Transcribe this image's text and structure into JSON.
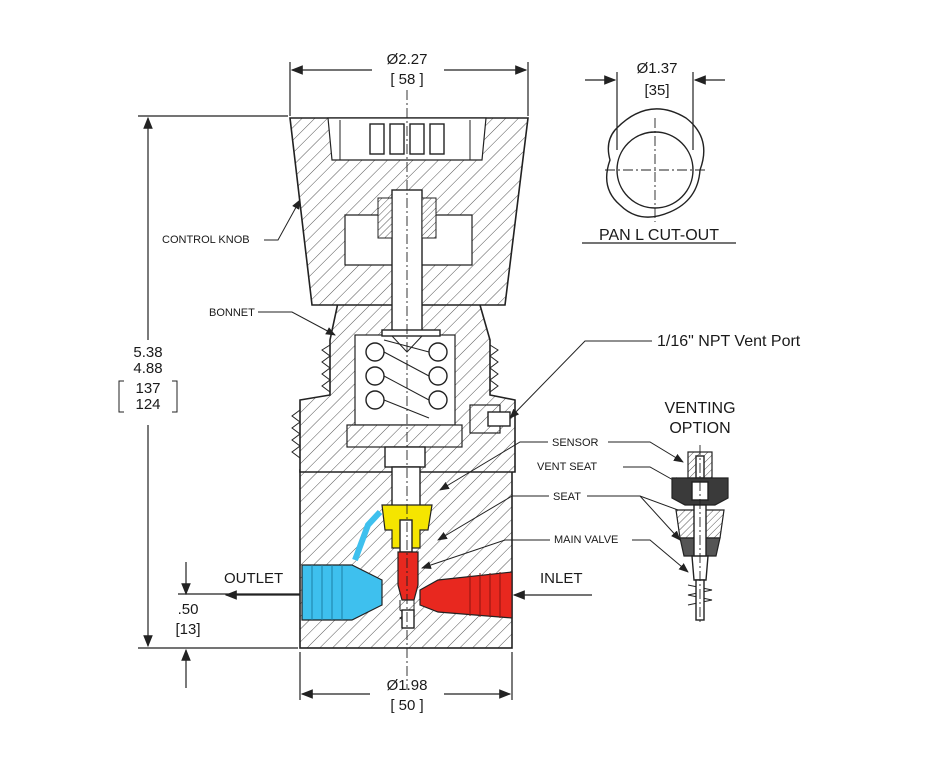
{
  "dims": {
    "top_diameter": "Ø2.27",
    "top_diameter_mm": "[ 58 ]",
    "panel_diameter": "Ø1.37",
    "panel_diameter_mm": "[35]",
    "height_in_max": "5.38",
    "height_in_min": "4.88",
    "height_mm_max": "137",
    "height_mm_min": "124",
    "bottom_offset": ".50",
    "bottom_offset_mm": "[13]",
    "base_diameter": "Ø1.98",
    "base_diameter_mm": "[ 50 ]"
  },
  "labels": {
    "panel_cutout": "PAN  L CUT-OUT",
    "control_knob": "CONTROL KNOB",
    "bonnet": "BONNET",
    "vent_port": "1/16\" NPT Vent Port",
    "venting_option_1": "VENTING",
    "venting_option_2": "OPTION",
    "sensor": "SENSOR",
    "vent_seat": "VENT SEAT",
    "seat": "SEAT",
    "main_valve": "MAIN VALVE",
    "outlet": "OUTLET",
    "inlet": "INLET"
  },
  "colors": {
    "outlet_port": "#3ec0ee",
    "inlet_port": "#e8281f",
    "sensor": "#f5e500",
    "main_valve": "#e8281f"
  }
}
